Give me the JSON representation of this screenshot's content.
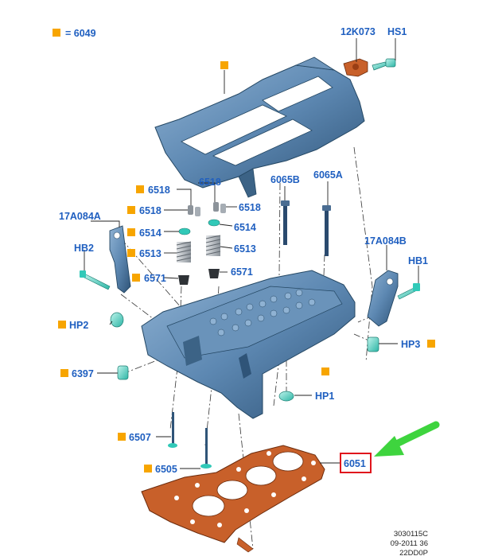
{
  "legend": {
    "text": "= 6049",
    "marker_color": "#f7a500"
  },
  "labels": {
    "12K073": "12K073",
    "HS1": "HS1",
    "6518_a": "6518",
    "6518_b": "6518",
    "6518_c": "6518",
    "6518_d": "6518",
    "6065B": "6065B",
    "6065A": "6065A",
    "17A084A": "17A084A",
    "17A084B": "17A084B",
    "6514_a": "6514",
    "6514_b": "6514",
    "6513_a": "6513",
    "6513_b": "6513",
    "HB2": "HB2",
    "HB1": "HB1",
    "6571_a": "6571",
    "6571_b": "6571",
    "HP2": "HP2",
    "HP3": "HP3",
    "6397": "6397",
    "HP1": "HP1",
    "6507": "6507",
    "6505": "6505",
    "6051": "6051"
  },
  "reference": {
    "line1": "3030115C",
    "line2": "09-2011 36",
    "line3": "22DD0P"
  },
  "colors": {
    "label_blue": "#1f5fc0",
    "part_blue": "#4f7ea8",
    "gasket": "#c8602a",
    "highlight_red": "#e0141c",
    "arrow_green": "#3ed43e",
    "accent_teal": "#31c9b8",
    "marker_orange": "#f7a500"
  }
}
